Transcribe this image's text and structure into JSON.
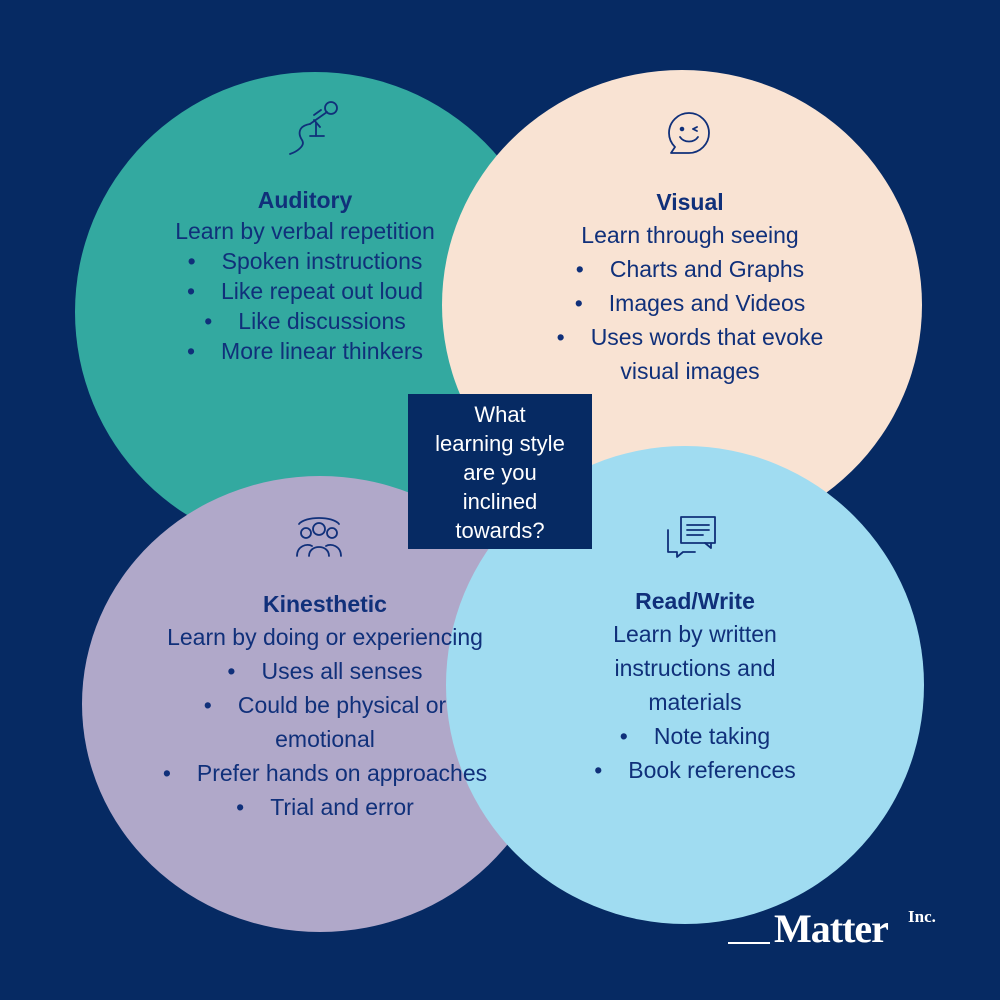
{
  "auditory": {
    "title": "Auditory",
    "subtitle": "Learn by verbal repetition",
    "bullets": [
      "Spoken instructions",
      "Like repeat out loud",
      "Like discussions",
      "More linear thinkers"
    ],
    "icon": "microphone-icon",
    "color": "#33a9a0"
  },
  "visual": {
    "title": "Visual",
    "subtitle": "Learn through seeing",
    "bullets": [
      "Charts and Graphs",
      "Images and Videos",
      "Uses words that evoke"
    ],
    "bullet_cont": "visual images",
    "icon": "winking-face-chat-icon",
    "color": "#f9e3d3"
  },
  "kinesthetic": {
    "title": "Kinesthetic",
    "subtitle": "Learn by doing or experiencing",
    "bullets": [
      "Uses all senses",
      "Could be physical or"
    ],
    "bullet_cont": "emotional",
    "bullets2": [
      "Prefer hands on approaches",
      "Trial and error"
    ],
    "icon": "group-icon",
    "color": "#b0a8c9"
  },
  "readwrite": {
    "title": "Read/Write",
    "subtitle_lines": [
      "Learn by written",
      "instructions and",
      "materials"
    ],
    "bullets": [
      "Note taking",
      "Book references"
    ],
    "icon": "chat-document-icon",
    "color": "#a0dcf1"
  },
  "center": {
    "lines": [
      "What",
      "learning style",
      "are you",
      "inclined",
      "towards?"
    ]
  },
  "logo": {
    "word": "Matter",
    "suffix": "Inc."
  },
  "colors": {
    "background": "#062a63",
    "text": "#10307a"
  }
}
